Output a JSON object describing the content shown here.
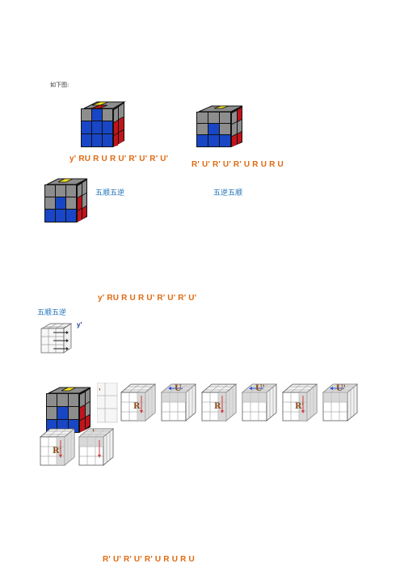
{
  "caption": "如下图:",
  "alg_1": "y' RU R U R U' R' U' R' U'",
  "alg_2": "R' U' R' U' R' U R U R U",
  "label_left": "五顺五逆",
  "label_right": "五逆五顺",
  "alg_3": "y' RU R U R U' R' U' R' U'",
  "label_3": "五顺五逆",
  "rotation_mark": "y'",
  "sequence_letters": [
    "R",
    "U",
    "R",
    "U'",
    "R'",
    "U'",
    "R'"
  ],
  "alg_4": "R' U' R' U' R' U R U R U",
  "colors": {
    "cube_grey": "#8d8d8d",
    "cube_blue": "#1846c6",
    "cube_red": "#c0151b",
    "cube_yellow": "#f3e51c",
    "cube_border": "#111111",
    "alg_orange": "#e8701a",
    "label_blue": "#1a6fb5"
  }
}
